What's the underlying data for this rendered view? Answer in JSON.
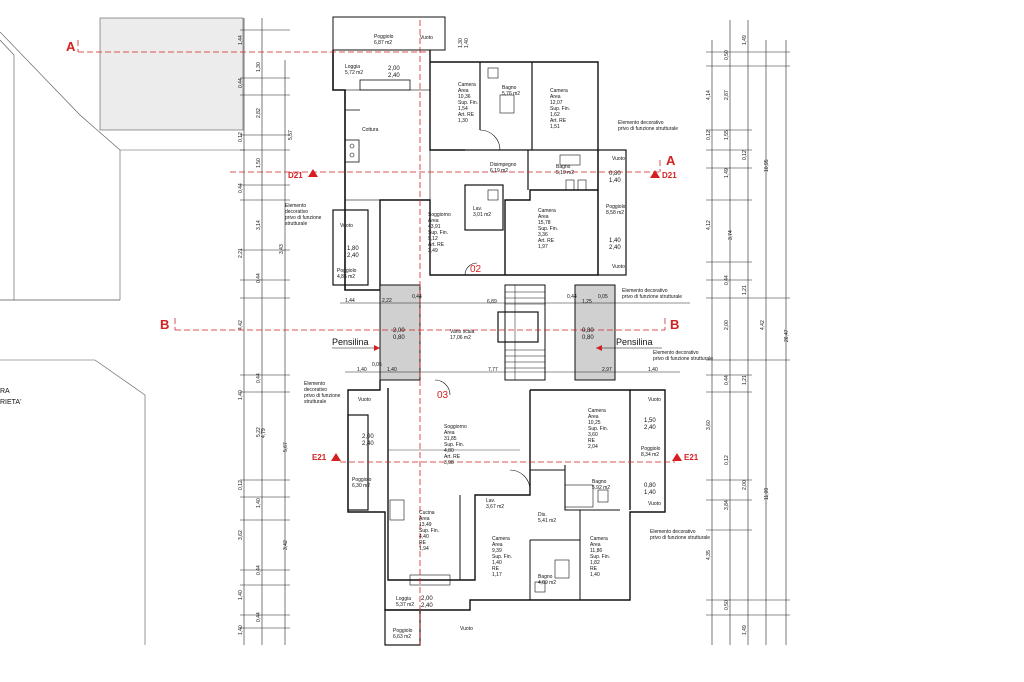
{
  "section_marks": {
    "A": "A",
    "B": "B",
    "D21": "D21",
    "E21": "E21"
  },
  "labels": {
    "pensilina": "Pensilina",
    "vuoto": "Vuoto",
    "elemento_decorativo": [
      "Elemento",
      "decorativo",
      "privo di funzione",
      "strutturale"
    ],
    "elemento_decorativo_2line": [
      "Elemento decorativo",
      "privo di funzione strutturale"
    ],
    "cottura": "Cottura",
    "left_cut_text": [
      "RA",
      "RIETA'"
    ]
  },
  "unit_numbers": {
    "u02": "02",
    "u03": "03"
  },
  "rooms_upper": [
    {
      "id": "poggiolo-top",
      "lines": [
        "Poggiolo",
        "6,87 m2"
      ]
    },
    {
      "id": "loggia-top",
      "lines": [
        "Loggia",
        "5,72 m2"
      ]
    },
    {
      "id": "camera-a",
      "lines": [
        "Camera",
        "Area",
        "10,36",
        "Sup. Fin.",
        "1,54",
        "Art. RE",
        "1,30"
      ]
    },
    {
      "id": "bagno-a",
      "lines": [
        "Bagno",
        "5,76 m2"
      ]
    },
    {
      "id": "camera-b",
      "lines": [
        "Camera",
        "Area",
        "12,07",
        "Sup. Fin.",
        "1,62",
        "Art. RE",
        "1,51"
      ]
    },
    {
      "id": "disimpegno",
      "lines": [
        "Disimpegno",
        "6,19 m2"
      ]
    },
    {
      "id": "bagno-b",
      "lines": [
        "Bagno",
        "5,19 m2"
      ]
    },
    {
      "id": "lav",
      "lines": [
        "Lav.",
        "3,01 m2"
      ]
    },
    {
      "id": "soggiorno",
      "lines": [
        "Soggiorno",
        "Area",
        "43,91",
        "Sup. Fin.",
        "9,12",
        "Art. RE",
        "3,49"
      ]
    },
    {
      "id": "camera-c",
      "lines": [
        "Camera",
        "Area",
        "15,78",
        "Sup. Fin.",
        "3,36",
        "Art. RE",
        "1,97"
      ]
    },
    {
      "id": "poggiolo-right",
      "lines": [
        "Poggiolo",
        "8,58 m2"
      ]
    },
    {
      "id": "poggiolo-left",
      "lines": [
        "Poggiolo",
        "4,85 m2"
      ]
    }
  ],
  "stair": {
    "lines": [
      "Vano scala",
      "17,06 m2"
    ]
  },
  "rooms_lower": [
    {
      "id": "soggiorno-l",
      "lines": [
        "Soggiorno",
        "Area",
        "31,85",
        "Sup. Fin.",
        "4,80",
        "Art. RE",
        "3,98"
      ]
    },
    {
      "id": "camera-l1",
      "lines": [
        "Camera",
        "Area",
        "10,25",
        "Sup. Fin.",
        "3,60",
        "RE",
        "2,04"
      ]
    },
    {
      "id": "poggiolo-l-right",
      "lines": [
        "Poggiolo",
        "8,34 m2"
      ]
    },
    {
      "id": "bagno-l",
      "lines": [
        "Bagno",
        "5,92 m2"
      ]
    },
    {
      "id": "poggiolo-l-left",
      "lines": [
        "Poggiolo",
        "6,30 m2"
      ]
    },
    {
      "id": "lav-l",
      "lines": [
        "Lav.",
        "3,67 m2"
      ]
    },
    {
      "id": "dis-l",
      "lines": [
        "Dis.",
        "5,41 m2"
      ]
    },
    {
      "id": "cucina",
      "lines": [
        "Cucina",
        "Area",
        "13,49",
        "Sup. Fin.",
        "4,40",
        "RE",
        "1,94"
      ]
    },
    {
      "id": "camera-l2",
      "lines": [
        "Camera",
        "Area",
        "9,39",
        "Sup. Fin.",
        "1,40",
        "RE",
        "1,17"
      ]
    },
    {
      "id": "camera-l3",
      "lines": [
        "Camera",
        "Area",
        "11,86",
        "Sup. Fin.",
        "1,82",
        "RE",
        "1,40"
      ]
    },
    {
      "id": "bagno-l2",
      "lines": [
        "Bagno",
        "4,09 m2"
      ]
    },
    {
      "id": "loggia-l",
      "lines": [
        "Loggia",
        "5,37 m2"
      ]
    },
    {
      "id": "poggiolo-l-bottom",
      "lines": [
        "Poggiolo",
        "6,63 m2"
      ]
    }
  ],
  "openings": [
    {
      "id": "w-1",
      "lines": [
        "2,00",
        "2,40"
      ]
    },
    {
      "id": "w-2",
      "lines": [
        "1,30",
        "1,40"
      ]
    },
    {
      "id": "w-3",
      "lines": [
        "0,80",
        "1,40"
      ]
    },
    {
      "id": "w-4",
      "lines": [
        "1,80",
        "2,40"
      ]
    },
    {
      "id": "w-5",
      "lines": [
        "1,40",
        "2,40"
      ]
    },
    {
      "id": "w-6",
      "lines": [
        "2,00",
        "0,80"
      ]
    },
    {
      "id": "w-7",
      "lines": [
        "0,80",
        "0,80"
      ]
    },
    {
      "id": "w-8",
      "lines": [
        "2,00",
        "2,40"
      ]
    },
    {
      "id": "w-9",
      "lines": [
        "1,50",
        "2,40"
      ]
    },
    {
      "id": "w-10",
      "lines": [
        "0,80",
        "1,40"
      ]
    },
    {
      "id": "w-11",
      "lines": [
        "2,00",
        "2,40"
      ]
    }
  ],
  "horizontal_dims": {
    "h1": "1,44",
    "h2": "2,22",
    "h3": "0,44",
    "h4": "6,89",
    "h5": "0,44",
    "h6": "1,25",
    "h7": "0,05",
    "h8": "1,40",
    "h9": "1,40",
    "h10": "7,77",
    "h11": "2,97",
    "h12": "1,40",
    "h13": "0,05"
  },
  "left_vertical_dims": [
    "1,44",
    "1,30",
    "0,44",
    "2,82",
    "0,12",
    "1,50",
    "0,44",
    "3,14",
    "2,21",
    "0,44",
    "4,42",
    "0,44",
    "1,40",
    "5,22",
    "0,12",
    "1,40",
    "3,62",
    "0,44",
    "1,40",
    "0,44",
    "1,40"
  ],
  "right_vertical_dims": [
    "1,49",
    "0,50",
    "4,14",
    "2,87",
    "0,12",
    "1,55",
    "0,12",
    "1,49",
    "4,12",
    "0,44",
    "1,21",
    "2,00",
    "4,42",
    "1,21",
    "0,44",
    "3,60",
    "0,12",
    "2,00",
    "3,84",
    "4,35",
    "0,50",
    "1,49"
  ],
  "total_dims": {
    "right_total": "26,47",
    "right_a": "10,95",
    "right_b": "11,09",
    "mid_a": "5,57",
    "mid_b": "3,43",
    "mid_c": "4,79",
    "mid_d": "5,67",
    "mid_e": "3,42",
    "mid_f": "3,74",
    "mid_g": "3,60"
  }
}
